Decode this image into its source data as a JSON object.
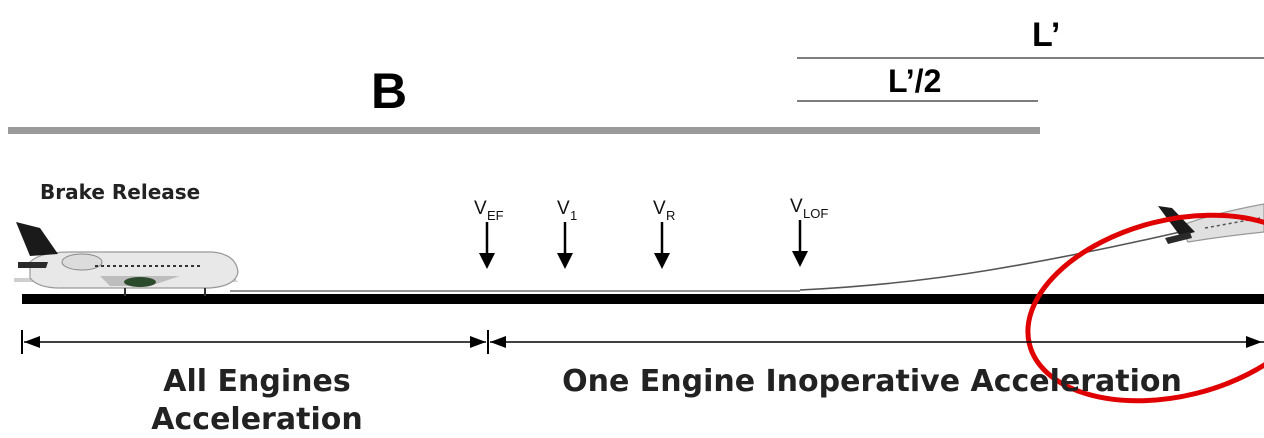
{
  "labels": {
    "b": "B",
    "l_prime": "L’",
    "l_half": "L’/2",
    "brake_release": "Brake Release",
    "all_engines_line1": "All Engines",
    "all_engines_line2": "Acceleration",
    "one_engine": "One Engine Inoperative Acceleration"
  },
  "speeds": {
    "vef": {
      "v": "V",
      "sub": "EF"
    },
    "v1": {
      "v": "V",
      "sub": "1"
    },
    "vr": {
      "v": "V",
      "sub": "R"
    },
    "vlof": {
      "v": "V",
      "sub": "LOF"
    }
  },
  "colors": {
    "ink": "#000000",
    "gray_bar": "#9a9a9a",
    "highlight": "#e00000",
    "aircraft_body": "#e8e8e8",
    "aircraft_tail": "#1a1a1a"
  }
}
